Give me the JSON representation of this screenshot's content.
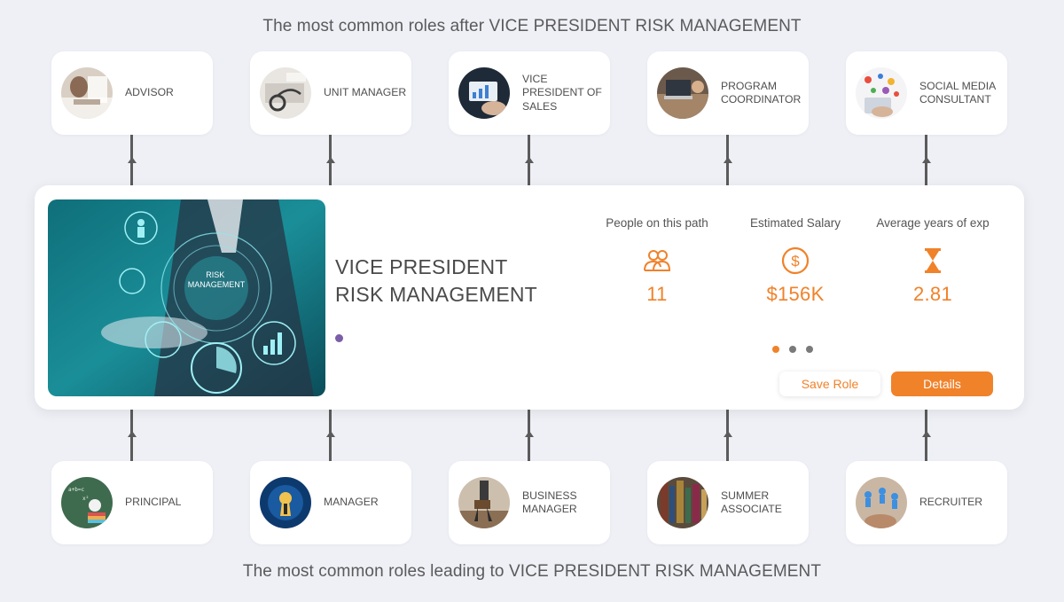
{
  "top_title": "The most common roles after VICE PRESIDENT RISK MANAGEMENT",
  "bottom_title": "The most common roles leading to VICE PRESIDENT RISK MANAGEMENT",
  "next_roles": [
    {
      "label": "ADVISOR",
      "icon": "advisor-photo"
    },
    {
      "label": "UNIT MANAGER",
      "icon": "stethoscope-photo"
    },
    {
      "label": "VICE PRESIDENT OF SALES",
      "icon": "tablet-chart-photo"
    },
    {
      "label": "PROGRAM COORDINATOR",
      "icon": "laptop-desk-photo"
    },
    {
      "label": "SOCIAL MEDIA CONSULTANT",
      "icon": "social-icons-photo"
    }
  ],
  "previous_roles": [
    {
      "label": "PRINCIPAL",
      "icon": "chalkboard-photo"
    },
    {
      "label": "MANAGER",
      "icon": "keyhole-photo"
    },
    {
      "label": "BUSINESS MANAGER",
      "icon": "business-walk-photo"
    },
    {
      "label": "SUMMER ASSOCIATE",
      "icon": "library-photo"
    },
    {
      "label": "RECRUITER",
      "icon": "people-network-photo"
    }
  ],
  "current_role": {
    "title": "VICE PRESIDENT RISK MANAGEMENT",
    "image_text": "RISK MANAGEMENT"
  },
  "stats": {
    "people": {
      "label": "People on this path",
      "value": "11",
      "icon": "people-icon"
    },
    "salary": {
      "label": "Estimated Salary",
      "value": "$156K",
      "icon": "dollar-icon"
    },
    "experience": {
      "label": "Average years of exp",
      "value": "2.81",
      "icon": "hourglass-icon"
    }
  },
  "pager": {
    "count": 3,
    "active": 0
  },
  "buttons": {
    "save": "Save Role",
    "details": "Details"
  },
  "colors": {
    "accent": "#f0822a",
    "background": "#eef0f6",
    "purple_dot": "#7b5ea7"
  }
}
